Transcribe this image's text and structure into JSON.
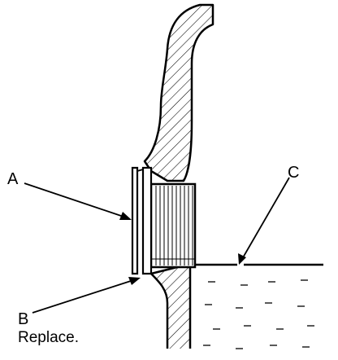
{
  "diagram": {
    "callouts": {
      "a": "A",
      "b": "B",
      "b_note": "Replace.",
      "c": "C"
    },
    "colors": {
      "line": "#000000",
      "background": "#ffffff"
    }
  }
}
